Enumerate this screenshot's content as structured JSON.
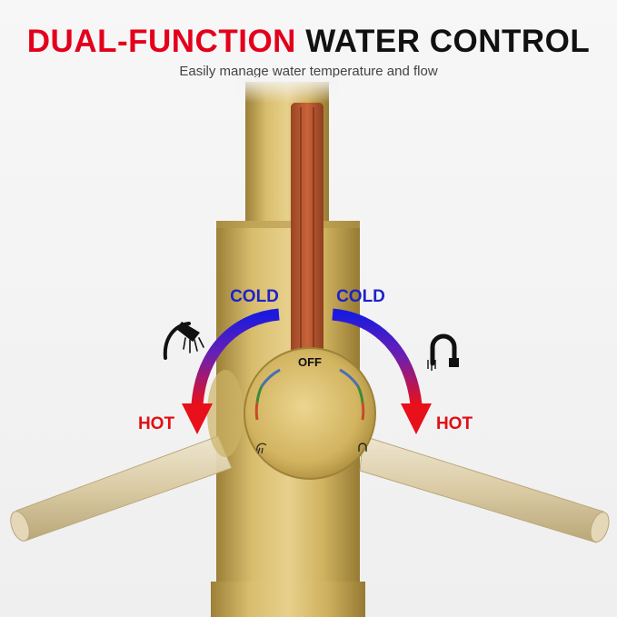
{
  "header": {
    "title_red": "DUAL-FUNCTION",
    "title_black": "WATER CONTROL",
    "subtitle": "Easily manage water temperature and flow"
  },
  "labels": {
    "cold_left": "COLD",
    "cold_right": "COLD",
    "hot_left": "HOT",
    "hot_right": "HOT",
    "off": "OFF"
  },
  "icons": {
    "left_mode": "spray-icon",
    "right_mode": "stream-icon"
  },
  "colors": {
    "title_red": "#e3001b",
    "cold_blue": "#1a1adf",
    "hot_red": "#e8101a",
    "brass": "#c9ad5e",
    "handle_copper": "#b5562f",
    "cold_text": "#1e22c8",
    "hot_text": "#e10f14"
  }
}
